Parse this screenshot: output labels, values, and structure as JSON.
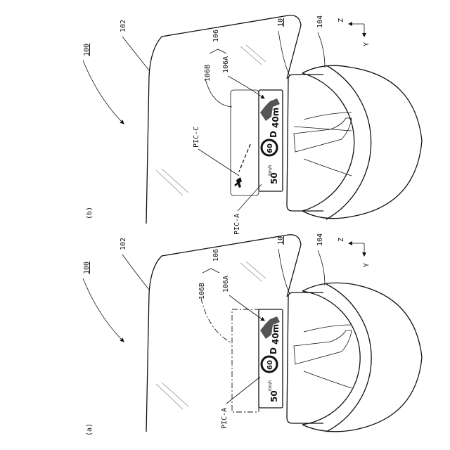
{
  "figure": {
    "panels": [
      {
        "id": "a",
        "panel_label": "(a)",
        "ref_system": "100",
        "ref_windshield": "102",
        "ref_hud": "106",
        "ref_hud_b": "106B",
        "ref_hud_a": "106A",
        "ref_dashboard": "10",
        "ref_wheel": "104",
        "pic_label": "PIC-A",
        "axis_z": "Z",
        "axis_y": "Y",
        "speed_value": "50",
        "speed_unit": "Km/h",
        "limit_value": "60",
        "gear": "D",
        "distance": "40m"
      },
      {
        "id": "b",
        "panel_label": "(b)",
        "ref_system": "100",
        "ref_windshield": "102",
        "ref_hud": "106",
        "ref_hud_b": "106B",
        "ref_hud_a": "106A",
        "ref_dashboard": "10",
        "ref_wheel": "104",
        "pic_label": "PIC-A",
        "pic_c_label": "PIC-C",
        "axis_z": "Z",
        "axis_y": "Y",
        "speed_value": "50",
        "speed_unit": "Km/h",
        "limit_value": "60",
        "gear": "D",
        "distance": "40m"
      }
    ]
  }
}
